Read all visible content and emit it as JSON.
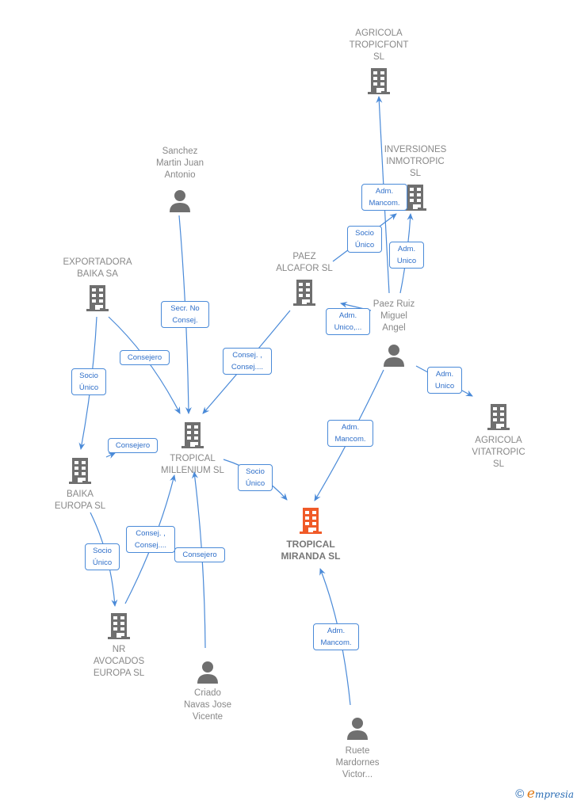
{
  "colors": {
    "edge": "#4a8ad8",
    "node_icon": "#6f6f6f",
    "focus_icon": "#f05a28",
    "label_text": "#888888"
  },
  "nodes": [
    {
      "id": "agricola_tropicfont",
      "type": "company",
      "label": "AGRICOLA\nTROPICFONT\nSL"
    },
    {
      "id": "inversiones_inmotropic",
      "type": "company",
      "label": "INVERSIONES\nINMOTROPIC\nSL"
    },
    {
      "id": "sanchez_martin",
      "type": "person",
      "label": "Sanchez\nMartin Juan\nAntonio"
    },
    {
      "id": "exportadora_baika",
      "type": "company",
      "label": "EXPORTADORA\nBAIKA SA"
    },
    {
      "id": "paez_alcafor",
      "type": "company",
      "label": "PAEZ\nALCAFOR  SL"
    },
    {
      "id": "paez_ruiz",
      "type": "person",
      "label": "Paez Ruiz\nMiguel\nAngel"
    },
    {
      "id": "agricola_vitatropic",
      "type": "company",
      "label": "AGRICOLA\nVITATROPIC\nSL"
    },
    {
      "id": "tropical_millenium",
      "type": "company",
      "label": "TROPICAL\nMILLENIUM SL"
    },
    {
      "id": "baika_europa",
      "type": "company",
      "label": "BAIKA\nEUROPA  SL"
    },
    {
      "id": "tropical_miranda",
      "type": "focus",
      "label": "TROPICAL\nMIRANDA  SL"
    },
    {
      "id": "nr_avocados",
      "type": "company",
      "label": "NR\nAVOCADOS\nEUROPA  SL"
    },
    {
      "id": "criado_navas",
      "type": "person",
      "label": "Criado\nNavas Jose\nVicente"
    },
    {
      "id": "ruete_mardornes",
      "type": "person",
      "label": "Ruete\nMardornes\nVictor..."
    }
  ],
  "edges": [
    {
      "from": "paez_ruiz",
      "to": "agricola_tropicfont",
      "label": "Adm.\nMancom."
    },
    {
      "from": "paez_alcafor",
      "to": "inversiones_inmotropic",
      "label": "Socio\nÚnico"
    },
    {
      "from": "paez_ruiz",
      "to": "inversiones_inmotropic",
      "label": "Adm.\nUnico"
    },
    {
      "from": "paez_ruiz",
      "to": "paez_alcafor",
      "label": "Adm.\nUnico,..."
    },
    {
      "from": "sanchez_martin",
      "to": "tropical_millenium",
      "label": "Secr.  No\nConsej."
    },
    {
      "from": "exportadora_baika",
      "to": "tropical_millenium",
      "label": "Consejero"
    },
    {
      "from": "paez_alcafor",
      "to": "tropical_millenium",
      "label": "Consej. ,\nConsej...."
    },
    {
      "from": "exportadora_baika",
      "to": "baika_europa",
      "label": "Socio\nÚnico"
    },
    {
      "from": "baika_europa",
      "to": "tropical_millenium",
      "label": "Consejero"
    },
    {
      "from": "paez_ruiz",
      "to": "agricola_vitatropic",
      "label": "Adm.\nUnico"
    },
    {
      "from": "paez_ruiz",
      "to": "tropical_miranda",
      "label": "Adm.\nMancom."
    },
    {
      "from": "tropical_millenium",
      "to": "tropical_miranda",
      "label": "Socio\nÚnico"
    },
    {
      "from": "baika_europa",
      "to": "nr_avocados",
      "label": "Socio\nÚnico"
    },
    {
      "from": "nr_avocados",
      "to": "tropical_millenium",
      "label": "Consej. ,\nConsej...."
    },
    {
      "from": "criado_navas",
      "to": "tropical_millenium",
      "label": "Consejero"
    },
    {
      "from": "ruete_mardornes",
      "to": "tropical_miranda",
      "label": "Adm.\nMancom."
    }
  ],
  "footer": {
    "copyright_symbol": "©",
    "brand_initial": "e",
    "brand_rest": "mpresia"
  }
}
